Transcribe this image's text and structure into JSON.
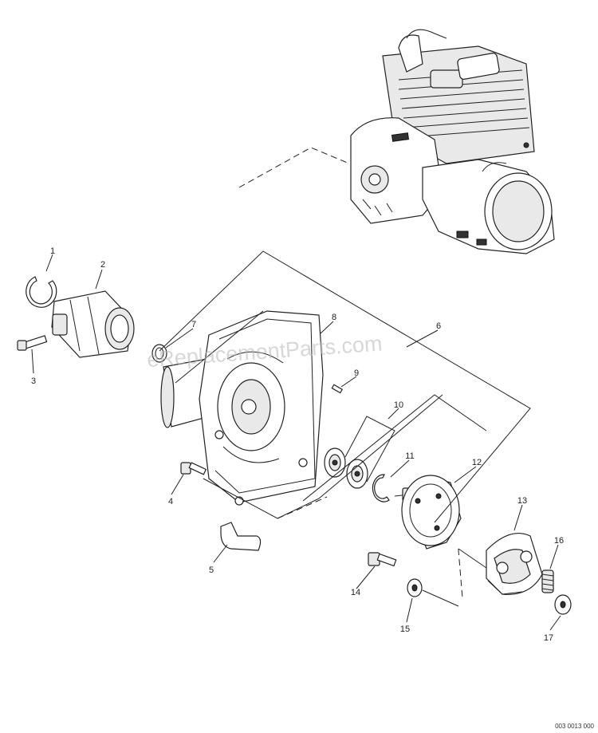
{
  "watermark": "eReplacementParts.com",
  "document_number": "003 0013 000",
  "callouts": [
    {
      "number": "1"
    },
    {
      "number": "2"
    },
    {
      "number": "3"
    },
    {
      "number": "4"
    },
    {
      "number": "5"
    },
    {
      "number": "6"
    },
    {
      "number": "7"
    },
    {
      "number": "8"
    },
    {
      "number": "9"
    },
    {
      "number": "10"
    },
    {
      "number": "11"
    },
    {
      "number": "12"
    },
    {
      "number": "13"
    },
    {
      "number": "14"
    },
    {
      "number": "15"
    },
    {
      "number": "16"
    },
    {
      "number": "17"
    }
  ]
}
